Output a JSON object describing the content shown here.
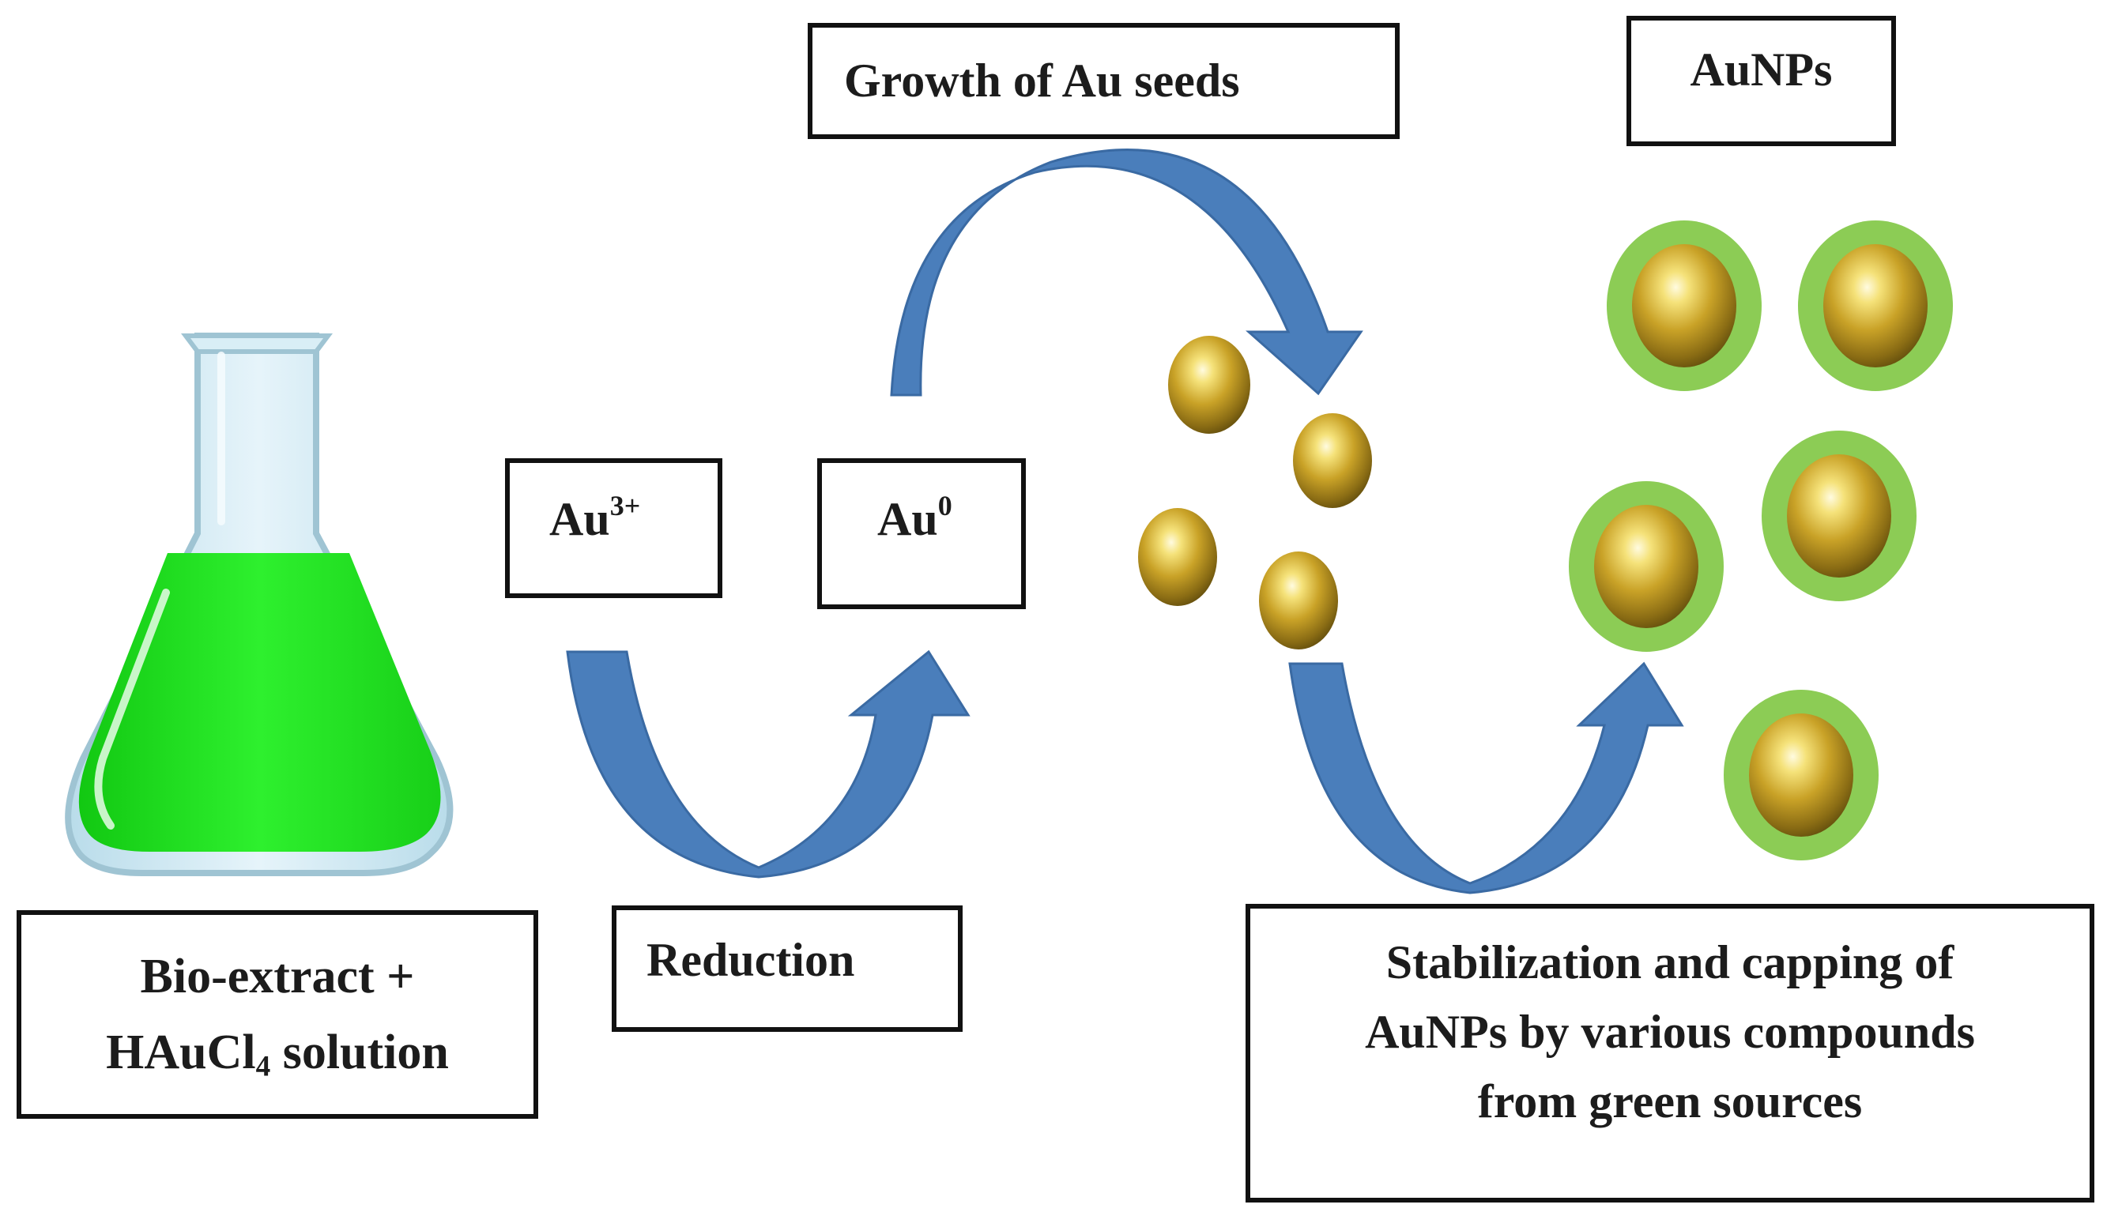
{
  "labels": {
    "growth": "Growth of Au seeds",
    "aunps": "AuNPs",
    "au3_base": "Au",
    "au3_sup": "3+",
    "au0_base": "Au",
    "au0_sup": "0",
    "reduction": "Reduction",
    "bio_line1": "Bio-extract +",
    "bio_line2_a": "HAuCl",
    "bio_line2_sub": "4",
    "bio_line2_b": " solution",
    "stab_line1": "Stabilization and capping of",
    "stab_line2": "AuNPs by various compounds",
    "stab_line3": "from green sources"
  },
  "colors": {
    "arrow": "#4a7ebb",
    "arrow_edge": "#3a6aa3",
    "liquid": "#22dd22",
    "capping": "#8ccc55",
    "gold_light": "#f7ea9c",
    "gold_mid": "#c9a227",
    "gold_dark": "#6e5610",
    "flask_glass": "#cfe8f2"
  }
}
